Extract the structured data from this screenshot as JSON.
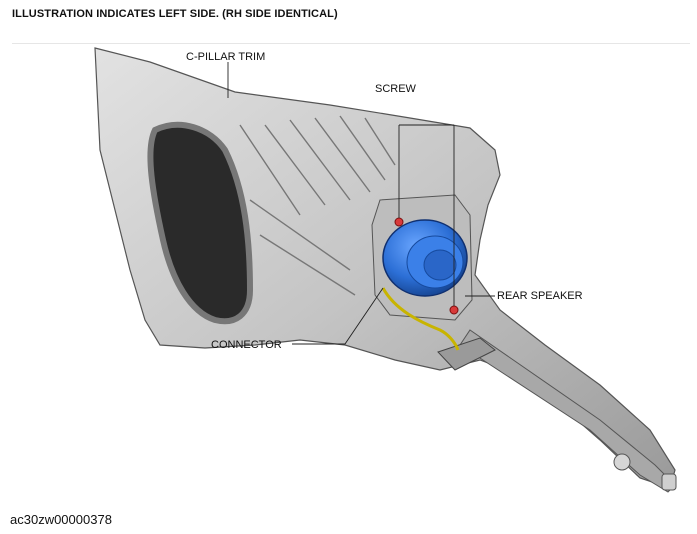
{
  "header": {
    "note": "ILLUSTRATION INDICATES LEFT SIDE. (RH SIDE IDENTICAL)"
  },
  "callouts": {
    "c_pillar_trim": "C-PILLAR TRIM",
    "screw": "SCREW",
    "rear_speaker": "REAR SPEAKER",
    "connector": "CONNECTOR"
  },
  "figure_ref": "ac30zw00000378",
  "colors": {
    "trim_gray": "#b9b9b9",
    "speaker_blue": "#2c6fd6",
    "screw_red": "#d83a3a",
    "wire_yellow": "#c8b400"
  }
}
